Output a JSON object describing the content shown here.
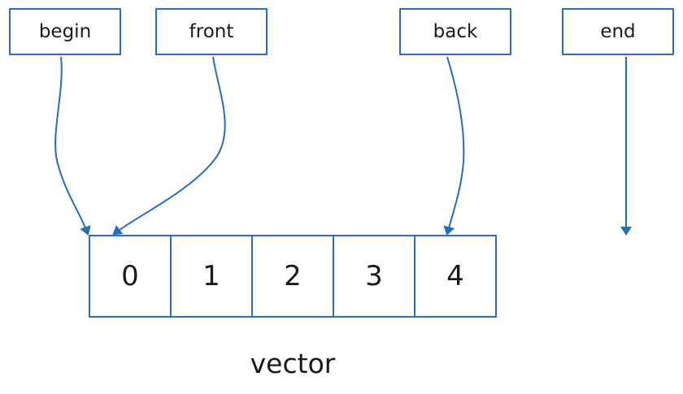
{
  "pointers": [
    {
      "id": "begin",
      "label": "begin",
      "target_index": 0
    },
    {
      "id": "front",
      "label": "front",
      "target_index": 0
    },
    {
      "id": "back",
      "label": "back",
      "target_index": 4
    },
    {
      "id": "end",
      "label": "end",
      "target_index": 5
    }
  ],
  "vector": {
    "cells": [
      "0",
      "1",
      "2",
      "3",
      "4"
    ],
    "caption": "vector"
  },
  "colors": {
    "stroke": "#2a71b8",
    "text": "#1a1a1a"
  }
}
